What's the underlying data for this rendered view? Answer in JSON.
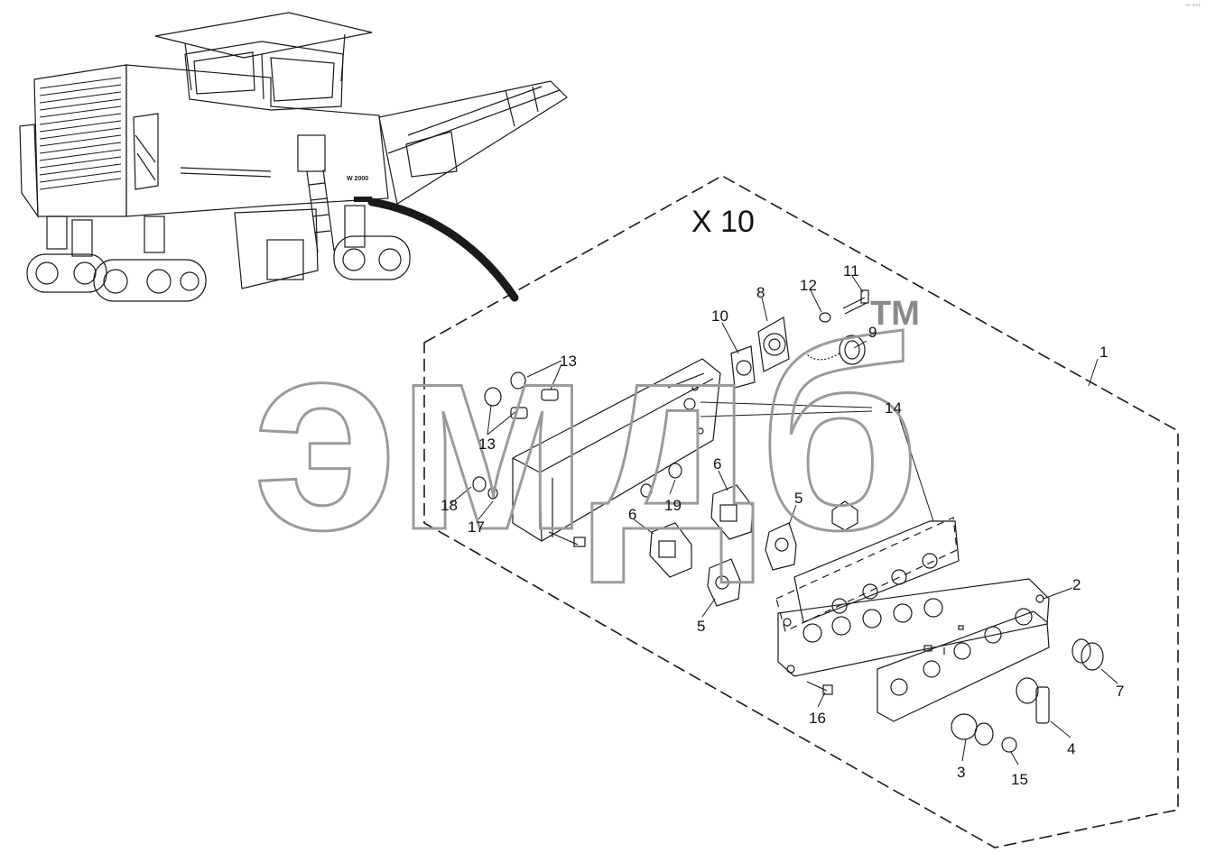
{
  "diagram": {
    "section_label": "X 10",
    "watermark_text": "эмдб",
    "watermark_tm": "TM",
    "corner_mark": "°° °°°",
    "machine_model": "W 2000",
    "callouts": [
      "1",
      "2",
      "3",
      "4",
      "5",
      "5",
      "6",
      "6",
      "7",
      "8",
      "9",
      "10",
      "11",
      "12",
      "13",
      "13",
      "14",
      "15",
      "16",
      "17",
      "18",
      "19"
    ]
  },
  "colors": {
    "line": "#1a1a1a",
    "watermark": "#9a9a9a"
  }
}
